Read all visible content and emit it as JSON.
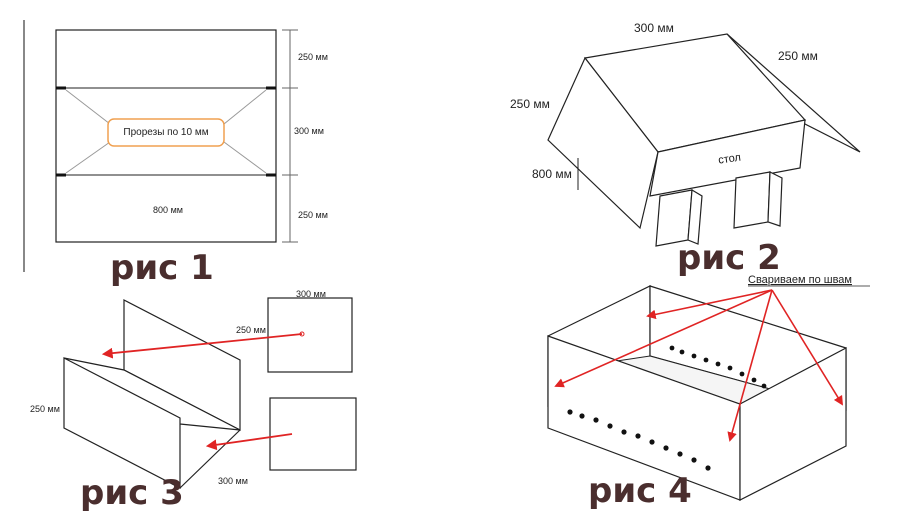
{
  "figures": [
    {
      "caption": "рис 1",
      "labels": {
        "top_height": "250 мм",
        "middle_height": "300 мм",
        "bottom_height": "250 мм",
        "width": "800 мм",
        "slots_note": "Прорезы по 10 мм"
      }
    },
    {
      "caption": "рис 2",
      "labels": {
        "top": "300 мм",
        "right": "250 мм",
        "left": "250 мм",
        "length": "800 мм",
        "table": "стол"
      }
    },
    {
      "caption": "рис 3",
      "labels": {
        "panel_top": "300 мм",
        "panel_side": "250 мм",
        "left_height": "250 мм",
        "bottom": "300 мм"
      }
    },
    {
      "caption": "рис 4",
      "labels": {
        "weld_note": "Свариваем по швам"
      }
    }
  ],
  "colors": {
    "accent_arrow": "#e02424",
    "slot_box": "#f0a050",
    "caption": "#4a2e2e"
  }
}
